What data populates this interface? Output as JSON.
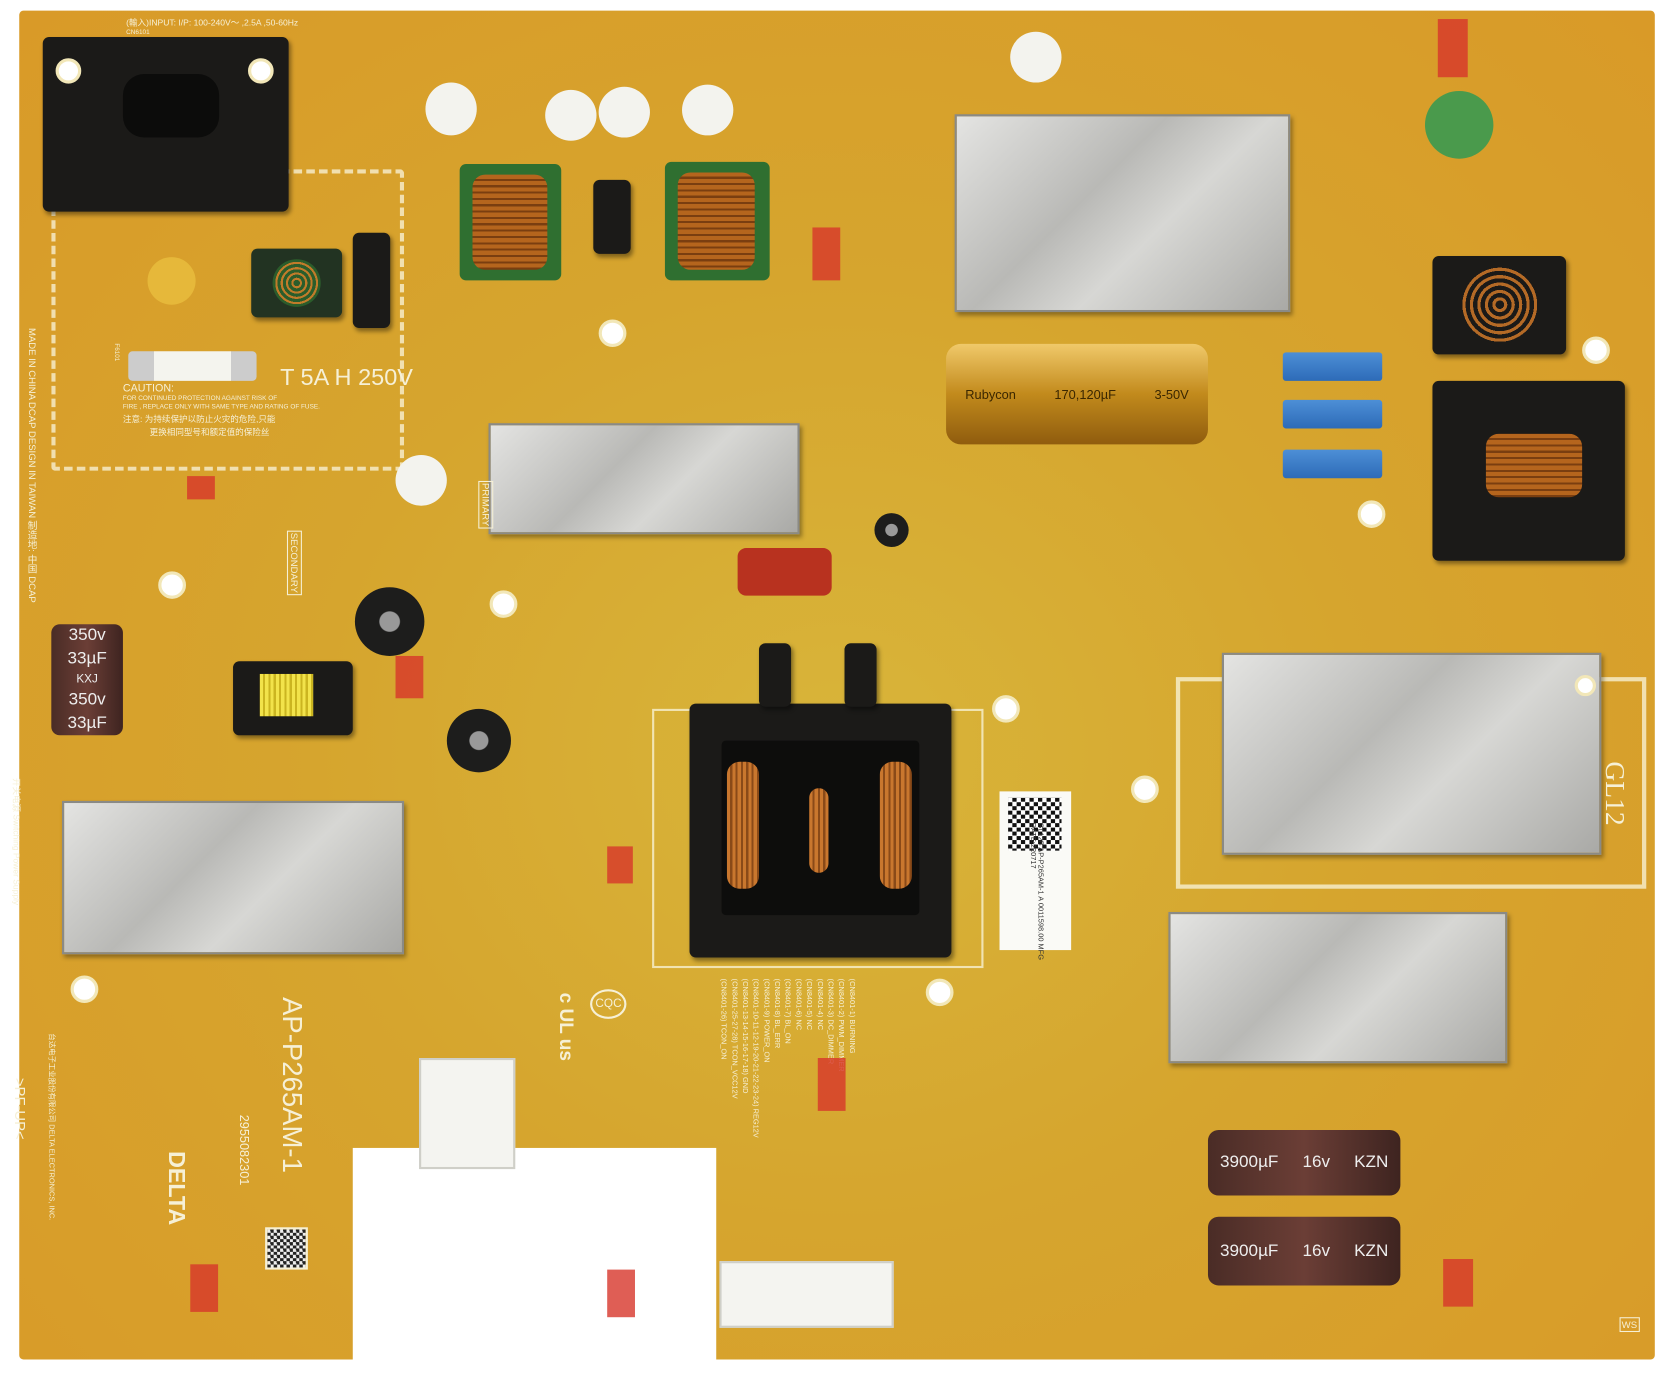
{
  "board": {
    "input_label": "(輸入)INPUT: I/P: 100-240V〜 ,2.5A ,50-60Hz",
    "inlet_ref": "CN6101",
    "fuse_rating": "T 5A H 250V",
    "fuse_ref": "F6101",
    "caution_title": "CAUTION:",
    "caution_line1": "FOR CONTINUED PROTECTION AGAINST RISK OF",
    "caution_line2": "FIRE , REPLACE ONLY WITH SAME TYPE AND RATING OF FUSE.",
    "caution_cn1": "注意: 为持续保护以防止火灾的危险,只能",
    "caution_cn2": "更换相同型号和额定值的保险丝",
    "made_in": "MADE IN CHINA DCAP  DESIGN IN TAIWAN  制造地: 中国 DCAP",
    "switching": "开关电源 Switching Power Supply",
    "primary": "PRIMARY",
    "secondary": "SECONDARY",
    "model": "AP-P265AM-1",
    "part_no": "2955082301",
    "pf_up": ">PF-UP<",
    "brand": "DELTA",
    "brand_company": "台达电子工业股份有限公司 DELTA ELECTRONICS, INC.",
    "gl_label": "GL12",
    "ul_mark": "c UL us",
    "cqc": "CQC",
    "qr_label": "GL12B AP-P265AM-1 A 0011598.00 MFG DATE:220717",
    "cap_left": [
      "350v",
      "33µF",
      "KXJ",
      "350v",
      "33µF"
    ],
    "cap_gold": [
      "Rubycon",
      "170,120µF",
      "3-50V"
    ],
    "cap_out": [
      "3900µF",
      "16v",
      "KZN"
    ],
    "connector_pins": [
      "(CN8401-1) BURNING",
      "(CN8401-2) PWM_DIMMER",
      "(CN8401-3) DC_DIMMER",
      "(CN8401-4) NC",
      "(CN8401-5) NC",
      "(CN8401-6) NC",
      "(CN8401-7) BL_ON",
      "(CN8401-8) BL_ERR",
      "(CN8401-9) POWER_ON",
      "(CN8401-10-11-12-19-20-21-22-23-24) REG12V",
      "(CN8401-13-14-15-16-17-18) GND",
      "(CN8401-25-27-28) TCON_VCC12V",
      "(CN8401-26) TCON_ON"
    ],
    "ws": "WS"
  }
}
